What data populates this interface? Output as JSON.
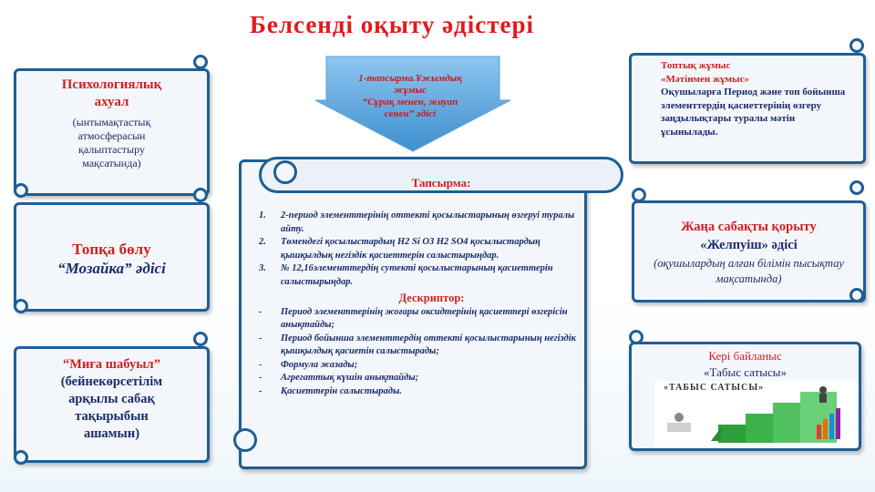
{
  "title": "Белсенді  оқыту  әдістері",
  "left": {
    "box1": {
      "line1": "Психологиялық",
      "line2": "ахуал",
      "sub": [
        "(ынтымақтастық",
        "атмосферасын",
        "қалыптастыру",
        "мақсатында)"
      ]
    },
    "box2": {
      "line1": "Топқа  бөлу",
      "line2": "“Мозайка” әдісі"
    },
    "box3": {
      "line1": "“Миға шабуыл”",
      "sub": [
        "(бейнекөрсетілім",
        "арқылы сабақ",
        "тақырыбын",
        "ашамын)"
      ]
    }
  },
  "arrow": {
    "lines": [
      "1-тапсырма.Ұжымдық",
      "жұмыс",
      "“Сұрақ менен, жауап",
      "сенен” әдісі"
    ]
  },
  "task": {
    "header": "Тапсырма:",
    "items": [
      {
        "n": "1.",
        "text": "2-период элементтерінің оттекті қосылыстарының өзгеруі туралы айту."
      },
      {
        "n": "2.",
        "text": "Төмендегі қосылыстардың H2 Si O3 H2 SO4 қосылыстардың  қышқылдық негіздік қасиеттерін салыстырыңдар."
      },
      {
        "n": "3.",
        "text": "№ 12,16элементтердің сутекті қосылыстарының қасиеттерін салыстырыңдар."
      }
    ],
    "descriptor_label": "Дескриптор:",
    "descriptors": [
      {
        "n": "-",
        "text": "Период элементтерінің  жоғары оксидтерінің қасиеттері өзгерісін анықтайды;"
      },
      {
        "n": "-",
        "text": "Период бойынша элементтердің оттекті қосылыстарының негіздік қышқылдық қасиетін салыстырады;"
      },
      {
        "n": "-",
        "text": "Формула жазады;"
      },
      {
        "n": "-",
        "text": "Агрегаттық күшін анықтайды;"
      },
      {
        "n": "-",
        "text": " Қасиеттерін салыстырады."
      }
    ]
  },
  "right": {
    "box1": {
      "line1": "Топтық  жұмыс",
      "line2": "«Мәтінмен жұмыс»",
      "body": "Оқушыларға Период және топ бойынша элементтердің қасиеттерінің өзгеру заңдылықтары туралы  мәтін ұсынылады."
    },
    "box2": {
      "line1": "Жаңа сабақты қорыту",
      "line2": "«Желпуіш» әдісі",
      "sub": "(оқушылардың алған білімін пысықтау мақсатында)"
    },
    "box3": {
      "line1": "Кері байланыс",
      "line2": "«Табыс сатысы»",
      "image_caption": "«ТАБЫС  САТЫСЫ»"
    }
  },
  "colors": {
    "border": "#1f5e94",
    "red": "#d2201f",
    "navy": "#1c2b6b",
    "arrow": "#5aa3d8"
  }
}
